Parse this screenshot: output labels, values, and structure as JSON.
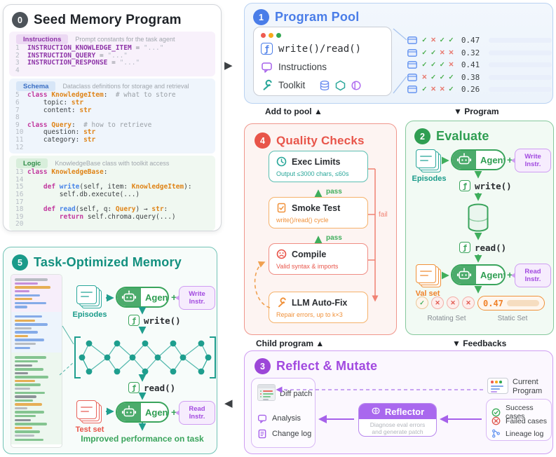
{
  "icons": {
    "fn": "ƒ"
  },
  "inter": {
    "seed_to_pool": "▶",
    "add_to_pool": "Add to pool ▲",
    "program": "▼ Program",
    "child_program": "Child program ▲",
    "feedbacks": "▼ Feedbacks",
    "to_memory": "◀"
  },
  "seed": {
    "badge": "0",
    "title": "Seed Memory Program",
    "sections": [
      {
        "id": "instructions",
        "badge": "Instructions",
        "caption": "Prompt constants for the task agent",
        "lines": [
          {
            "n": "1",
            "toks": [
              [
                "nm",
                "INSTRUCTION_KNOWLEDGE_ITEM"
              ],
              [
                "op",
                " = "
              ],
              [
                "st",
                "\"...\""
              ]
            ]
          },
          {
            "n": "2",
            "toks": [
              [
                "nm",
                "INSTRUCTION_QUERY"
              ],
              [
                "op",
                " = "
              ],
              [
                "st",
                "\"...\""
              ]
            ]
          },
          {
            "n": "3",
            "toks": [
              [
                "nm",
                "INSTRUCTION_RESPONSE"
              ],
              [
                "op",
                " = "
              ],
              [
                "st",
                "\"...\""
              ]
            ]
          },
          {
            "n": "4",
            "toks": []
          }
        ]
      },
      {
        "id": "schema",
        "badge": "Schema",
        "caption": "Dataclass definitions for storage and retrieval",
        "lines": [
          {
            "n": "5",
            "toks": [
              [
                "kw",
                "class "
              ],
              [
                "cl",
                "KnowledgeItem"
              ],
              [
                "pl",
                ":  "
              ],
              [
                "cm",
                "# what to store"
              ]
            ]
          },
          {
            "n": "6",
            "toks": [
              [
                "pl",
                "    topic: "
              ],
              [
                "cl",
                "str"
              ]
            ]
          },
          {
            "n": "7",
            "toks": [
              [
                "pl",
                "    content: "
              ],
              [
                "cl",
                "str"
              ]
            ]
          },
          {
            "n": "8",
            "toks": []
          },
          {
            "n": "9",
            "toks": [
              [
                "kw",
                "class "
              ],
              [
                "cl",
                "Query"
              ],
              [
                "pl",
                ":  "
              ],
              [
                "cm",
                "# how to retrieve"
              ]
            ]
          },
          {
            "n": "10",
            "toks": [
              [
                "pl",
                "    question: "
              ],
              [
                "cl",
                "str"
              ]
            ]
          },
          {
            "n": "11",
            "toks": [
              [
                "pl",
                "    category: "
              ],
              [
                "cl",
                "str"
              ]
            ]
          },
          {
            "n": "12",
            "toks": []
          }
        ]
      },
      {
        "id": "logic",
        "badge": "Logic",
        "caption": "KnowledgeBase class with toolkit access",
        "lines": [
          {
            "n": "13",
            "toks": [
              [
                "kw",
                "class "
              ],
              [
                "cl",
                "KnowledgeBase"
              ],
              [
                "pl",
                ":"
              ]
            ]
          },
          {
            "n": "14",
            "toks": []
          },
          {
            "n": "15",
            "toks": [
              [
                "pl",
                "    "
              ],
              [
                "kw",
                "def "
              ],
              [
                "fn",
                "write"
              ],
              [
                "pl",
                "(self, item: "
              ],
              [
                "cl",
                "KnowledgeItem"
              ],
              [
                "pl",
                "):"
              ]
            ]
          },
          {
            "n": "16",
            "toks": [
              [
                "pl",
                "        self.db.execute(...)"
              ]
            ]
          },
          {
            "n": "17",
            "toks": []
          },
          {
            "n": "18",
            "toks": [
              [
                "pl",
                "    "
              ],
              [
                "kw",
                "def "
              ],
              [
                "fn",
                "read"
              ],
              [
                "pl",
                "(self, q: "
              ],
              [
                "cl",
                "Query"
              ],
              [
                "pl",
                ") → "
              ],
              [
                "cl",
                "str"
              ],
              [
                "pl",
                ":"
              ]
            ]
          },
          {
            "n": "19",
            "toks": [
              [
                "pl",
                "        "
              ],
              [
                "kw",
                "return"
              ],
              [
                "pl",
                " self.chroma.query(...)"
              ]
            ]
          },
          {
            "n": "20",
            "toks": []
          }
        ]
      }
    ]
  },
  "pool": {
    "badge": "1",
    "title": "Program Pool",
    "card": {
      "fn_label": "write()/read()",
      "instructions_label": "Instructions",
      "toolkit_label": "Toolkit"
    },
    "glyphs": {
      "check": "✓",
      "cross": "✕"
    },
    "rows": [
      {
        "marks": [
          "c",
          "x",
          "c",
          "c"
        ],
        "score": "0.47",
        "bar": 84
      },
      {
        "marks": [
          "c",
          "c",
          "x",
          "x"
        ],
        "score": "0.32",
        "bar": 50
      },
      {
        "marks": [
          "c",
          "c",
          "c",
          "x"
        ],
        "score": "0.41",
        "bar": 68
      },
      {
        "marks": [
          "x",
          "c",
          "c",
          "c"
        ],
        "score": "0.38",
        "bar": 60
      },
      {
        "marks": [
          "c",
          "x",
          "x",
          "c"
        ],
        "score": "0.26",
        "bar": 40
      }
    ]
  },
  "quality": {
    "badge": "4",
    "title": "Quality Checks",
    "pass_label": "pass",
    "fail_label": "fail",
    "boxes": [
      {
        "title": "Exec Limits",
        "sub": "Output ≤3000 chars, ≤60s"
      },
      {
        "title": "Smoke Test",
        "sub": "write()/read() cycle"
      },
      {
        "title": "Compile",
        "sub": "Valid syntax & imports"
      },
      {
        "title": "LLM Auto-Fix",
        "sub": "Repair errors, up to k×3"
      }
    ]
  },
  "evaluate": {
    "badge": "2",
    "title": "Evaluate",
    "episodes_label": "Episodes",
    "val_label": "Val set",
    "agent_label": "Agent",
    "plus": "+",
    "write_bubble": "Write Instr.",
    "read_bubble": "Read Instr.",
    "write_fn": "write()",
    "read_fn": "read()",
    "rotating": [
      "c",
      "x",
      "x",
      "x"
    ],
    "score": "0.47",
    "rotating_label": "Rotating Set",
    "static_label": "Static Set"
  },
  "reflect": {
    "badge": "3",
    "title": "Reflect & Mutate",
    "diff_label": "Diff patch",
    "analysis_label": "Analysis",
    "changelog_label": "Change log",
    "reflector_title": "Reflector",
    "reflector_desc_1": "Diagnose eval errors",
    "reflector_desc_2": "and generate patch",
    "current_label_1": "Current",
    "current_label_2": "Program",
    "feedback": [
      {
        "label": "Success cases"
      },
      {
        "label": "Failed cases"
      },
      {
        "label": "Lineage log"
      }
    ]
  },
  "memory": {
    "badge": "5",
    "title": "Task-Optimized Memory",
    "episodes_label": "Episodes",
    "test_label": "Test set",
    "agent_label": "Agent",
    "plus": "+",
    "write_bubble": "Write Instr.",
    "read_bubble": "Read Instr.",
    "write_fn": "write()",
    "read_fn": "read()",
    "improved": "Improved performance on task",
    "network": {
      "rows": [
        5,
        6,
        5
      ]
    },
    "doc_sections": [
      {
        "tint": "#f7eefa",
        "bars": [
          [
            "gy",
            0.78
          ],
          [
            "pu",
            0.55
          ],
          [
            "or",
            0.85
          ],
          [
            "pu",
            0.35
          ],
          [
            "bl",
            0.6
          ],
          [
            "or",
            0.42
          ],
          [
            "bl",
            0.75
          ],
          [
            "bl",
            0.3
          ]
        ]
      },
      {
        "tint": "#edf4fc",
        "bars": [
          [
            "bl",
            0.65
          ],
          [
            "or",
            0.48
          ],
          [
            "bl",
            0.78
          ],
          [
            "gy",
            0.4
          ],
          [
            "bl",
            0.55
          ],
          [
            "or",
            0.32
          ],
          [
            "bl",
            0.7
          ],
          [
            "gy",
            0.5
          ],
          [
            "bl",
            0.36
          ]
        ]
      },
      {
        "tint": "#edf7ef",
        "bars": [
          [
            "gn",
            0.75
          ],
          [
            "gn",
            0.55
          ],
          [
            "dk",
            0.42
          ],
          [
            "gn",
            0.68
          ],
          [
            "dk",
            0.32
          ],
          [
            "gn",
            0.8
          ],
          [
            "or",
            0.48
          ],
          [
            "gn",
            0.62
          ],
          [
            "gy",
            0.36
          ],
          [
            "gn",
            0.72
          ],
          [
            "dk",
            0.52
          ],
          [
            "gn",
            0.44
          ],
          [
            "or",
            0.65
          ],
          [
            "gy",
            0.3
          ],
          [
            "gn",
            0.7
          ],
          [
            "gn",
            0.5
          ],
          [
            "dk",
            0.38
          ],
          [
            "gn",
            0.76
          ],
          [
            "or",
            0.42
          ],
          [
            "gn",
            0.6
          ],
          [
            "gy",
            0.46
          ],
          [
            "gn",
            0.68
          ]
        ]
      }
    ]
  },
  "colors": {
    "blue": "#4a7de8",
    "green": "#2f9e52",
    "teal": "#1a9b8a",
    "red": "#e8554a",
    "orange": "#f0913a",
    "purple": "#a24ae0"
  }
}
